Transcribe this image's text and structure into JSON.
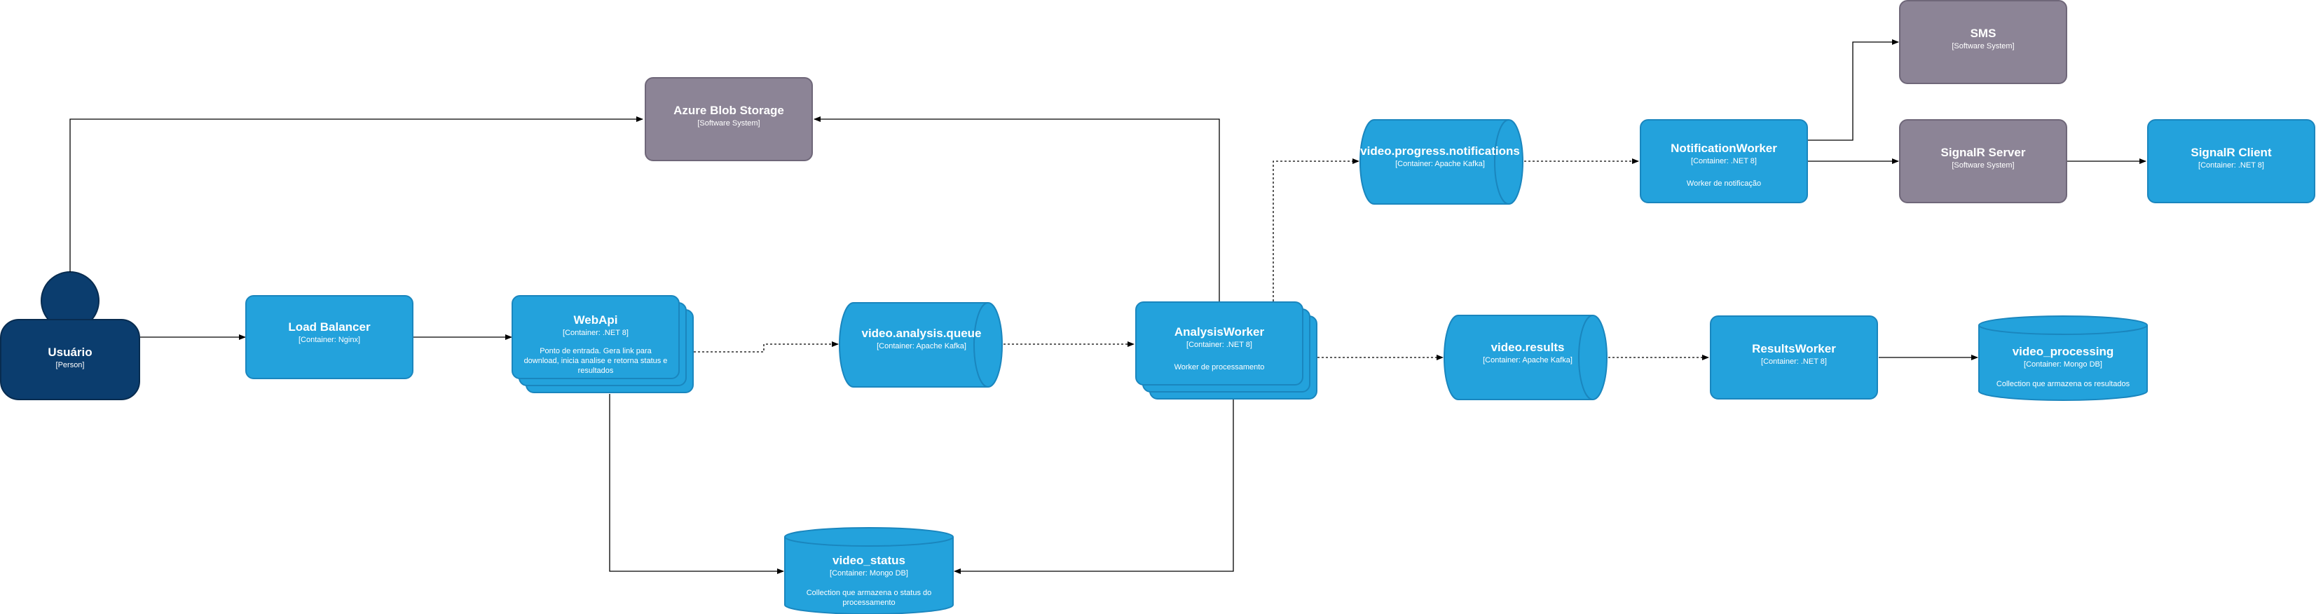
{
  "colors": {
    "container": "#23a2dc",
    "container_border": "#1a86be",
    "system": "#8c8496",
    "person": "#0b3d6e"
  },
  "nodes": {
    "usuario": {
      "title": "Usuário",
      "tech": "[Person]"
    },
    "load_balancer": {
      "title": "Load Balancer",
      "tech": "[Container: Nginx]"
    },
    "webapi": {
      "title": "WebApi",
      "tech": "[Container: .NET 8]",
      "desc": "Ponto de entrada. Gera link para download, inicia analise e retorna status e resultados"
    },
    "video_analysis_queue": {
      "title": "video.analysis.queue",
      "tech": "[Container: Apache Kafka]"
    },
    "analysis_worker": {
      "title": "AnalysisWorker",
      "tech": "[Container: .NET 8]",
      "desc": "Worker de processamento"
    },
    "azure_blob": {
      "title": "Azure Blob Storage",
      "tech": "[Software System]"
    },
    "video_status": {
      "title": "video_status",
      "tech": "[Container: Mongo DB]",
      "desc": "Collection que armazena o status do processamento"
    },
    "video_progress": {
      "title": "video.progress.notifications",
      "tech": "[Container: Apache Kafka]"
    },
    "notification_worker": {
      "title": "NotificationWorker",
      "tech": "[Container: .NET 8]",
      "desc": "Worker de notificação"
    },
    "sms": {
      "title": "SMS",
      "tech": "[Software System]"
    },
    "signalr_server": {
      "title": "SignalR Server",
      "tech": "[Software System]"
    },
    "signalr_client": {
      "title": "SignalR Client",
      "tech": "[Container: .NET 8]"
    },
    "video_results": {
      "title": "video.results",
      "tech": "[Container: Apache Kafka]"
    },
    "results_worker": {
      "title": "ResultsWorker",
      "tech": "[Container: .NET 8]"
    },
    "video_processing": {
      "title": "video_processing",
      "tech": "[Container: Mongo DB]",
      "desc": "Collection que armazena os resultados"
    }
  }
}
